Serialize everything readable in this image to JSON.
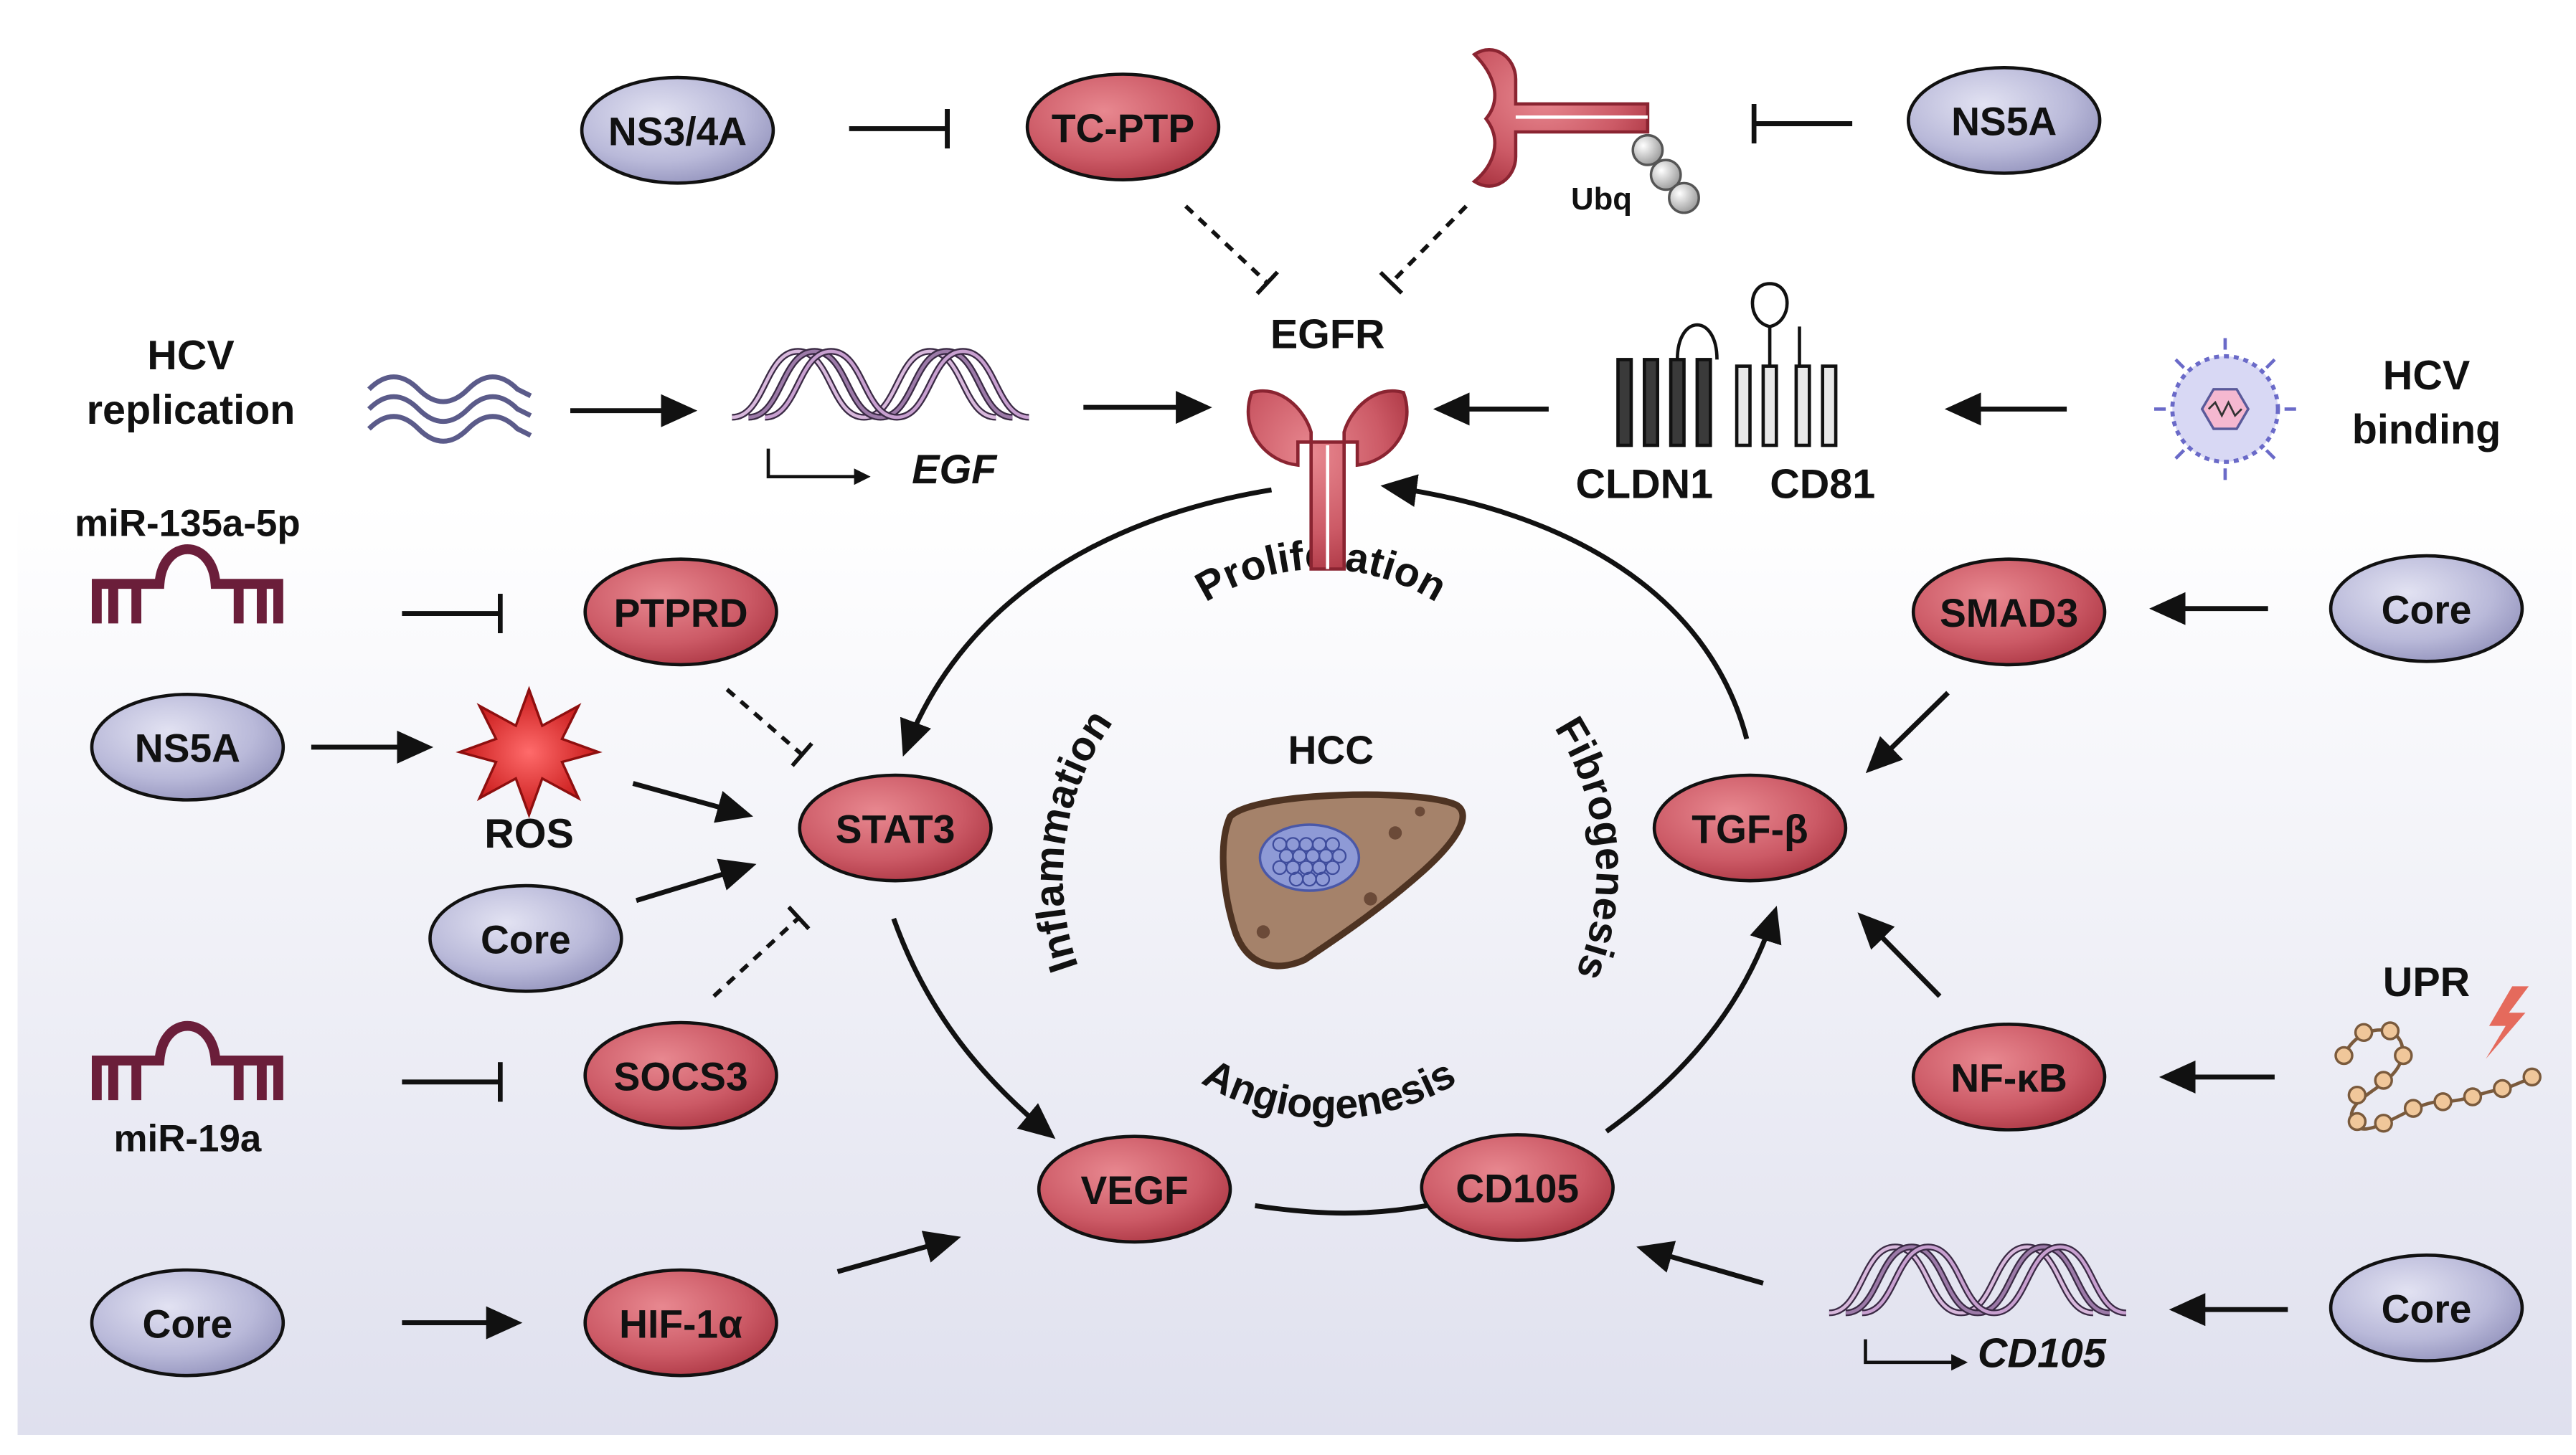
{
  "colors": {
    "red_node_fill": "#cc5a66",
    "red_node_dark": "#a8323f",
    "blue_node_fill": "#b9b9d9",
    "blue_node_dark": "#8d8db8",
    "dna_purple": "#6e4a7a",
    "mirna": "#6b1e3a",
    "liver": "#a5826a",
    "tumor": "#8e9ad6",
    "background_bottom": "#dfe0ee"
  },
  "red_nodes": {
    "tcptp": "TC-PTP",
    "ptprd": "PTPRD",
    "stat3": "STAT3",
    "socs3": "SOCS3",
    "hif1a": "HIF-1α",
    "vegf": "VEGF",
    "cd105": "CD105",
    "tgfb": "TGF-β",
    "smad3": "SMAD3",
    "nfkb": "NF-κB"
  },
  "blue_nodes": {
    "ns34a": "NS3/4A",
    "ns5a_top": "NS5A",
    "ns5a_left": "NS5A",
    "core_left_mid": "Core",
    "core_left_bottom": "Core",
    "core_right_mid": "Core",
    "core_right_bottom": "Core"
  },
  "labels": {
    "egfr": "EGFR",
    "ubq": "Ubq",
    "hcv_replication_1": "HCV",
    "hcv_replication_2": "replication",
    "hcv_binding_1": "HCV",
    "hcv_binding_2": "binding",
    "egf_gene": "EGF",
    "cd105_gene": "CD105",
    "cldn1": "CLDN1",
    "cd81": "CD81",
    "mir135": "miR-135a-5p",
    "mir19a": "miR-19a",
    "ros": "ROS",
    "upr": "UPR",
    "hcc": "HCC"
  },
  "cycle_labels": {
    "proliferation": "Proliferation",
    "inflammation": "Inflammation",
    "fibrogenesis": "Fibrogenesis",
    "angiogenesis": "Angiogenesis"
  }
}
